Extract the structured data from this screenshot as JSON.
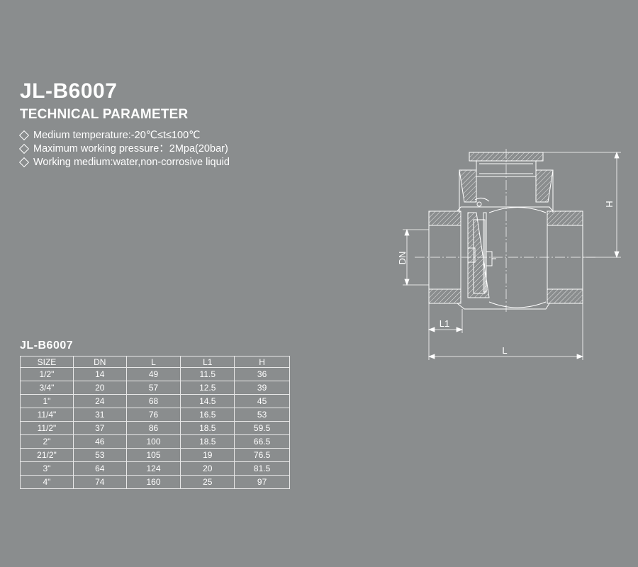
{
  "header": {
    "title": "JL-B6007",
    "subtitle": "TECHNICAL PARAMETER"
  },
  "parameters": [
    "Medium temperature:-20℃≤t≤100℃",
    "Maximum working pressure：2Mpa(20bar)",
    "Working medium:water,non-corrosive liquid"
  ],
  "table": {
    "title": "JL-B6007",
    "headers": [
      "SIZE",
      "DN",
      "L",
      "L1",
      "H"
    ],
    "rows": [
      [
        "1/2\"",
        "14",
        "49",
        "11.5",
        "36"
      ],
      [
        "3/4\"",
        "20",
        "57",
        "12.5",
        "39"
      ],
      [
        "1\"",
        "24",
        "68",
        "14.5",
        "45"
      ],
      [
        "11/4\"",
        "31",
        "76",
        "16.5",
        "53"
      ],
      [
        "11/2\"",
        "37",
        "86",
        "18.5",
        "59.5"
      ],
      [
        "2\"",
        "46",
        "100",
        "18.5",
        "66.5"
      ],
      [
        "21/2\"",
        "53",
        "105",
        "19",
        "76.5"
      ],
      [
        "3\"",
        "64",
        "124",
        "20",
        "81.5"
      ],
      [
        "4\"",
        "74",
        "160",
        "25",
        "97"
      ]
    ]
  },
  "drawing": {
    "labels": {
      "dn": "DN",
      "l1": "L1",
      "l": "L",
      "h": "H"
    }
  }
}
